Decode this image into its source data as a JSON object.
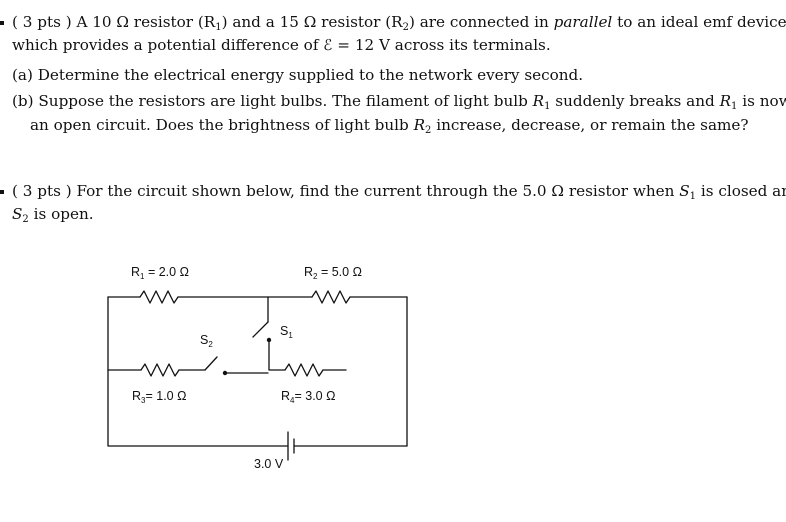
{
  "problem1": {
    "line1_pre": "( 3 pts ) A 10 Ω resistor (R",
    "line1_sub1": "1",
    "line1_mid": ") and a 15 Ω resistor (R",
    "line1_sub2": "2",
    "line1_mid2": ") are connected in ",
    "line1_italic": "parallel",
    "line1_post": " to an ideal emf device",
    "line2": "which provides a potential difference of ℰ = 12 V across its terminals.",
    "part_a": "(a) Determine the electrical energy supplied to the network every second.",
    "part_b_pre": "(b) Suppose the resistors are light bulbs. The filament of light bulb ",
    "part_b_var1": "R",
    "part_b_sub1": "1",
    "part_b_mid": " suddenly breaks and ",
    "part_b_var2": "R",
    "part_b_sub2": "1",
    "part_b_post": " is now",
    "part_b_line2_pre": "an open circuit. Does the brightness of light bulb ",
    "part_b_var3": "R",
    "part_b_sub3": "2",
    "part_b_line2_post": " increase, decrease, or remain the same?"
  },
  "problem2": {
    "line1_pre": "( 3 pts ) For the circuit shown below, find the current through the 5.0 Ω resistor when ",
    "line1_var": "S",
    "line1_sub": "1",
    "line1_post": " is closed and",
    "line2_var": "S",
    "line2_sub": "2",
    "line2_post": " is open."
  },
  "circuit": {
    "r1_label": "R",
    "r1_sub": "1",
    "r1_value": " = 2.0 Ω",
    "r2_label": "R",
    "r2_sub": "2",
    "r2_value": " = 5.0 Ω",
    "r3_label": "R",
    "r3_sub": "3",
    "r3_value": "= 1.0 Ω",
    "r4_label": "R",
    "r4_sub": "4",
    "r4_value": "= 3.0 Ω",
    "s1_label": "S",
    "s1_sub": "1",
    "s2_label": "S",
    "s2_sub": "2",
    "battery_label": "3.0 V"
  }
}
